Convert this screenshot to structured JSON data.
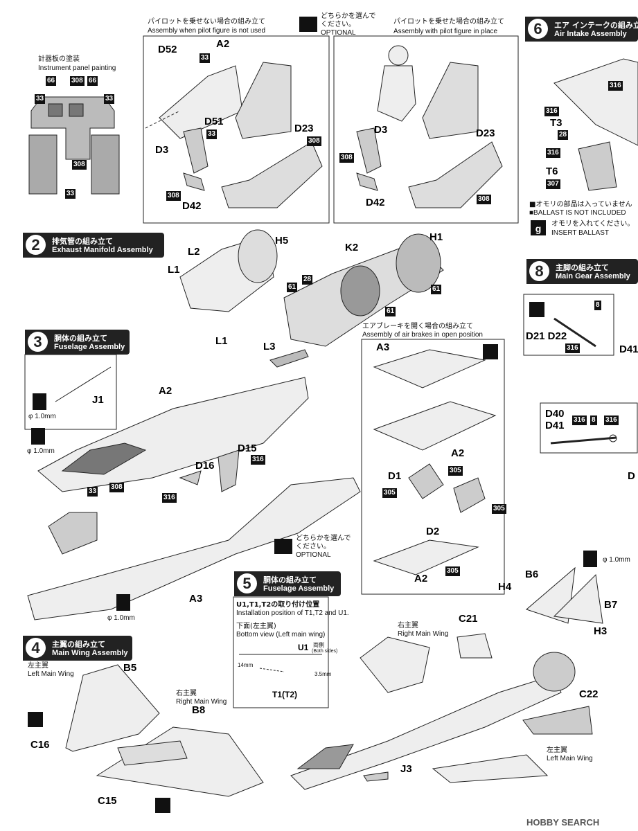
{
  "panels": {
    "no_pilot": {
      "jp": "パイロットを乗せない場合の組み立て",
      "en": "Assembly when pilot figure is not used"
    },
    "optional": {
      "jp": "どちらかを選んで\nください。",
      "en": "OPTIONAL"
    },
    "with_pilot": {
      "jp": "パイロットを乗せた場合の組み立て",
      "en": "Assembly with pilot figure in place"
    },
    "instrument": {
      "jp": "計器板の塗装",
      "en": "Instrument panel painting"
    }
  },
  "steps": {
    "s2": {
      "num": "2",
      "jp": "排気管の組み立て",
      "en": "Exhaust Manifold Assembly"
    },
    "s3": {
      "num": "3",
      "jp": "胴体の組み立て",
      "en": "Fuselage Assembly"
    },
    "s4": {
      "num": "4",
      "jp": "主翼の組み立て",
      "en": "Main Wing Assembly"
    },
    "s5": {
      "num": "5",
      "jp": "胴体の組み立て",
      "en": "Fuselage Assembly"
    },
    "s6": {
      "num": "6",
      "jp": "エア インテークの組み立",
      "en": "Air Intake Assembly"
    },
    "s8": {
      "num": "8",
      "jp": "主脚の組み立て",
      "en": "Main Gear Assembly"
    }
  },
  "airbrake": {
    "jp": "エアブレーキを開く場合の組み立て",
    "en": "Assembly of air brakes in open position"
  },
  "ballast": {
    "no_jp": "■オモリの部品は入っていません",
    "no_en": "■BALLAST IS NOT INCLUDED",
    "weight": "g",
    "ins_jp": "オモリを入れてください。",
    "ins_en": "INSERT BALLAST"
  },
  "u1box": {
    "title_jp": "U1,T1,T2の取り付け位置",
    "title_en": "Installation position of T1,T2 and U1.",
    "bottom_jp": "下面(左主翼)",
    "bottom_en": "Bottom view (Left main wing)",
    "u1": "U1",
    "both_jp": "両側",
    "both_en": "(Both sides)",
    "dim1": "14mm",
    "dim2": "3.5mm",
    "t1t2": "T1(T2)"
  },
  "wing": {
    "left_jp": "左主翼",
    "left_en": "Left Main Wing",
    "right_jp": "右主翼",
    "right_en": "Right Main Wing"
  },
  "drill": {
    "d1": "φ 1.0mm",
    "d2": "φ 1.0mm",
    "d3": "φ 1.0mm",
    "d4": "φ 1.0mm"
  },
  "parts": {
    "A2a": "A2",
    "D52": "D52",
    "D51": "D51",
    "D3a": "D3",
    "D23a": "D23",
    "D42a": "D42",
    "D3b": "D3",
    "D23b": "D23",
    "D42b": "D42",
    "T3": "T3",
    "T6": "T6",
    "L1a": "L1",
    "L2": "L2",
    "L1b": "L1",
    "H5": "H5",
    "K2": "K2",
    "H1": "H1",
    "L3": "L3",
    "J1": "J1",
    "A2b": "A2",
    "D15": "D15",
    "D16": "D16",
    "A3a": "A3",
    "A3b": "A3",
    "A2c": "A2",
    "D1": "D1",
    "D2": "D2",
    "A2d": "A2",
    "D21": "D21 D22",
    "D41a": "D41",
    "D40": "D40",
    "D41b": "D41",
    "Dx": "D",
    "B6": "B6",
    "H4": "H4",
    "B7": "B7",
    "H3": "H3",
    "C21": "C21",
    "C22": "C22",
    "B5": "B5",
    "B8": "B8",
    "C16": "C16",
    "C15": "C15",
    "J3": "J3"
  },
  "colors": {
    "c33": "33",
    "c66": "66",
    "c308": "308",
    "c316": "316",
    "c307": "307",
    "c305": "305",
    "c61": "61",
    "c28": "28",
    "c8": "8"
  },
  "watermark": "HOBBY SEARCH"
}
